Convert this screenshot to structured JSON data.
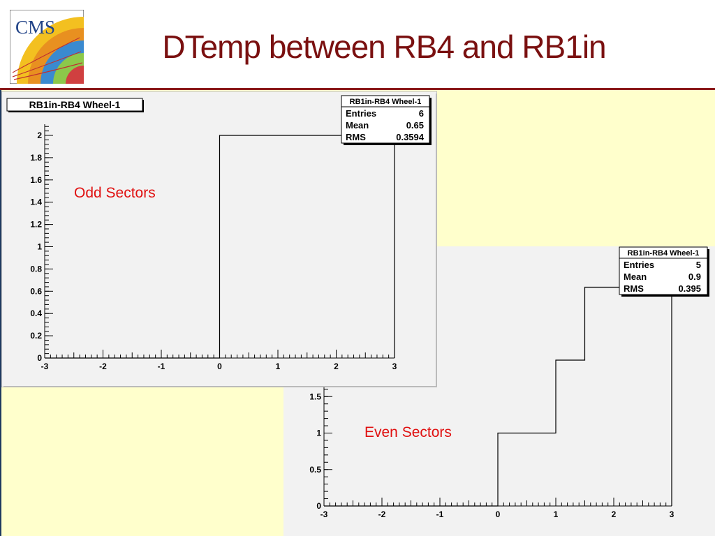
{
  "slide": {
    "title": "DTemp between RB4 and RB1in",
    "logo_text": "CMS"
  },
  "colors": {
    "title": "#7a1010",
    "annotation": "#e01010",
    "content_bg": "#ffffcc",
    "frame_bg": "#f2f2f2"
  },
  "chart_data": [
    {
      "type": "bar",
      "title": "RB1in-RB4  Wheel-1",
      "annotation": "Odd Sectors",
      "bin_edges": [
        -3.0,
        -2.5,
        -2.0,
        -1.5,
        -1.0,
        -0.5,
        0.0,
        1.5,
        3.0
      ],
      "values": [
        0,
        0,
        0,
        0,
        0,
        0,
        2,
        2
      ],
      "xlim": [
        -3,
        3
      ],
      "ylim": [
        0,
        2.1
      ],
      "xticks": [
        "-3",
        "-2",
        "-1",
        "0",
        "1",
        "2",
        "3"
      ],
      "yticks": [
        "0",
        "0.2",
        "0.4",
        "0.6",
        "0.8",
        "1",
        "1.2",
        "1.4",
        "1.6",
        "1.8",
        "2"
      ],
      "stats": {
        "title": "RB1in-RB4  Wheel-1",
        "rows": [
          {
            "label": "Entries",
            "value": "6"
          },
          {
            "label": "Mean",
            "value": "0.65"
          },
          {
            "label": "RMS",
            "value": "0.3594"
          }
        ]
      }
    },
    {
      "type": "bar",
      "title": "",
      "annotation": "Even Sectors",
      "bin_edges": [
        -3.0,
        -2.5,
        -2.0,
        -1.5,
        -1.0,
        -0.5,
        0.0,
        1.0,
        1.5,
        3.0
      ],
      "values": [
        0,
        0,
        0,
        0,
        0,
        0,
        1,
        2,
        3
      ],
      "xlim": [
        -3,
        3
      ],
      "ylim": [
        0,
        3.1
      ],
      "xticks": [
        "-3",
        "-2",
        "-1",
        "0",
        "1",
        "2",
        "3"
      ],
      "yticks": [
        "0",
        "0.5",
        "1",
        "1.5"
      ],
      "stats": {
        "title": "RB1in-RB4  Wheel-1",
        "rows": [
          {
            "label": "Entries",
            "value": "5"
          },
          {
            "label": "Mean",
            "value": "0.9"
          },
          {
            "label": "RMS",
            "value": "0.395"
          }
        ]
      }
    }
  ]
}
